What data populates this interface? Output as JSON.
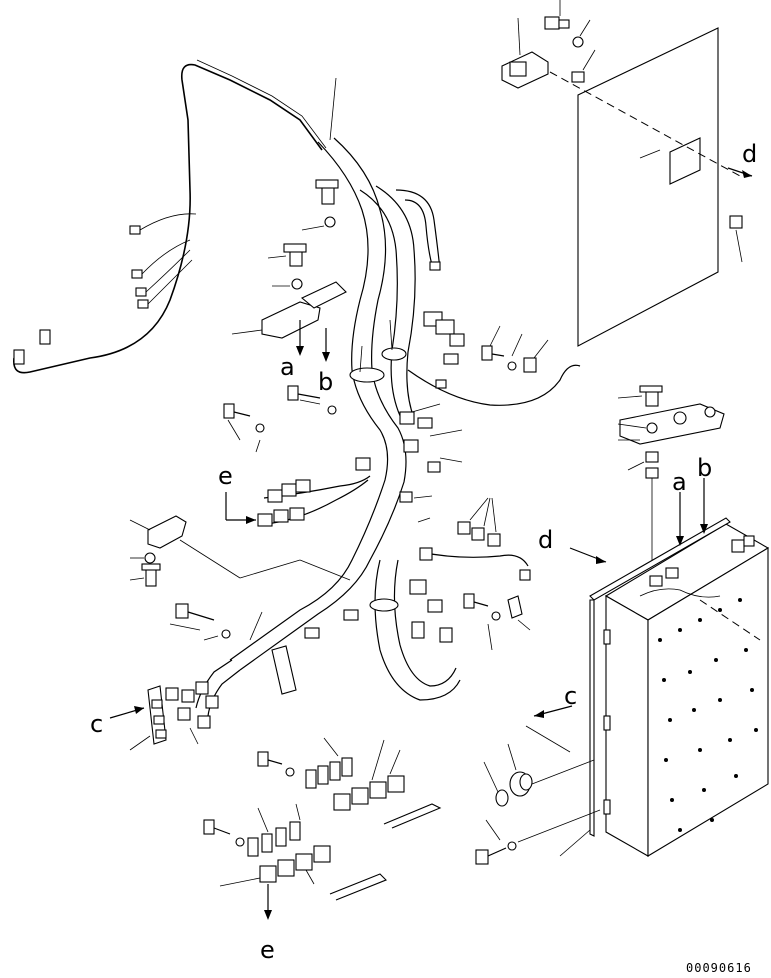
{
  "labels": {
    "a1": "a",
    "b1": "b",
    "a2": "a",
    "b2": "b",
    "c1": "c",
    "c2": "c",
    "d1": "d",
    "d2": "d",
    "e1": "e",
    "e2": "e"
  },
  "drawing_code": "00090616"
}
